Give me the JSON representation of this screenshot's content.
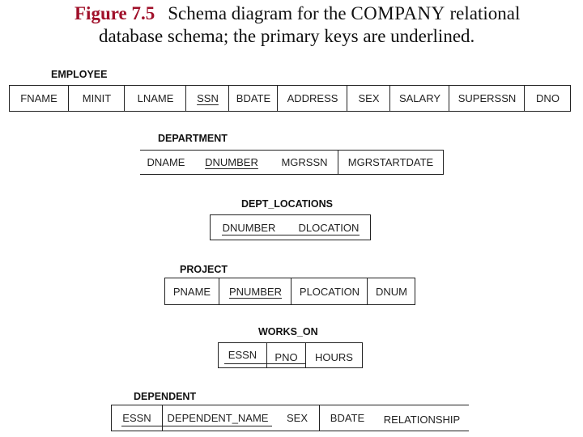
{
  "caption": {
    "figure_label": "Figure 7.5",
    "text_before": "Schema diagram for the",
    "company": "COMPANY",
    "text_after": "relational",
    "line2": "database schema; the primary keys are underlined."
  },
  "relations": {
    "employee": {
      "name": "EMPLOYEE",
      "attributes": [
        "FNAME",
        "MINIT",
        "LNAME",
        "SSN",
        "BDATE",
        "ADDRESS",
        "SEX",
        "SALARY",
        "SUPERSSN",
        "DNO"
      ],
      "primary_key": [
        "SSN"
      ]
    },
    "department": {
      "name": "DEPARTMENT",
      "attributes": [
        "DNAME",
        "DNUMBER",
        "MGRSSN",
        "MGRSTARTDATE"
      ],
      "primary_key": [
        "DNUMBER"
      ]
    },
    "dept_locations": {
      "name": "DEPT_LOCATIONS",
      "attributes": [
        "DNUMBER",
        "DLOCATION"
      ],
      "primary_key": [
        "DNUMBER",
        "DLOCATION"
      ]
    },
    "project": {
      "name": "PROJECT",
      "attributes": [
        "PNAME",
        "PNUMBER",
        "PLOCATION",
        "DNUM"
      ],
      "primary_key": [
        "PNUMBER"
      ]
    },
    "works_on": {
      "name": "WORKS_ON",
      "attributes": [
        "ESSN",
        "PNO",
        "HOURS"
      ],
      "primary_key": [
        "ESSN",
        "PNO"
      ]
    },
    "dependent": {
      "name": "DEPENDENT",
      "attributes": [
        "ESSN",
        "DEPENDENT_NAME",
        "SEX",
        "BDATE",
        "RELATIONSHIP"
      ],
      "primary_key": [
        "ESSN",
        "DEPENDENT_NAME"
      ]
    }
  },
  "colors": {
    "figure_label": "#a0102a",
    "lines": "#222222"
  }
}
